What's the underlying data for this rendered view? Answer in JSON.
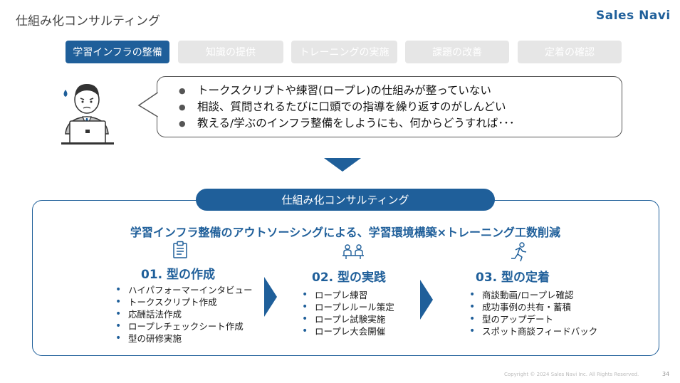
{
  "header": {
    "title": "仕組み化コンサルティング",
    "logo": "Sales Navi"
  },
  "tabs": [
    {
      "label": "学習インフラの整備"
    },
    {
      "label": "知識の提供"
    },
    {
      "label": "トレーニングの実施"
    },
    {
      "label": "課題の改善"
    },
    {
      "label": "定着の確認"
    }
  ],
  "problems": [
    "トークスクリプトや練習(ロープレ)の仕組みが整っていない",
    "相談、質問されるたびに口頭での指導を繰り返すのがしんどい",
    "教える/学ぶのインフラ整備をしようにも、何からどうすれば･･･"
  ],
  "solution": {
    "pill_label": "仕組み化コンサルティング",
    "headline": "学習インフラ整備のアウトソーシングによる、学習環境構築×トレーニング工数削減",
    "steps": [
      {
        "icon": "clipboard-icon",
        "title": "01. 型の作成",
        "items": [
          "ハイパフォーマーインタビュー",
          "トークスクリプト作成",
          "応酬話法作成",
          "ロープレチェックシート作成",
          "型の研修実施"
        ]
      },
      {
        "icon": "meeting-icon",
        "title": "02. 型の実践",
        "items": [
          "ロープレ練習",
          "ロープレルール策定",
          "ロープレ試験実施",
          "ロープレ大会開催"
        ]
      },
      {
        "icon": "running-icon",
        "title": "03. 型の定着",
        "items": [
          "商談動画/ロープレ確認",
          "成功事例の共有・蓄積",
          "型のアップデート",
          "スポット商談フィードバック"
        ]
      }
    ]
  },
  "footer": {
    "copyright": "Copyright © 2024 Sales Navi Inc. All Rights Reserved.",
    "page": "34"
  },
  "colors": {
    "brand": "#1f5f9a",
    "tab_inactive": "#e6e6e6"
  }
}
